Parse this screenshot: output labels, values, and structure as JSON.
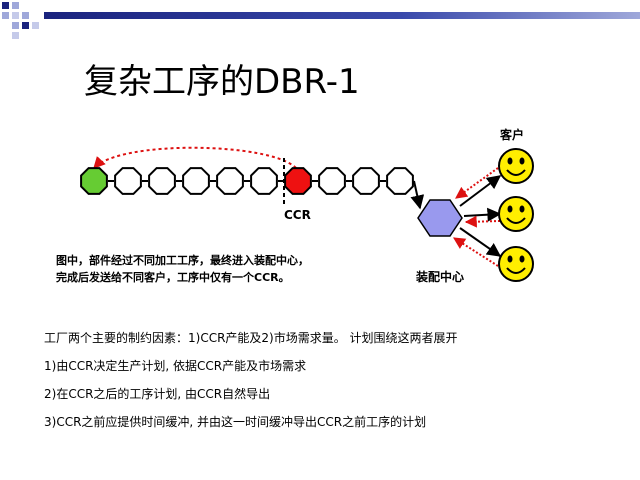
{
  "title": "复杂工序的DBR-1",
  "diagram": {
    "ccr_label": "CCR",
    "customer_label": "客户",
    "assembly_label": "装配中心",
    "caption_lines": [
      "图中，部件经过不同加工工序，最终进入装配中心，",
      "完成后发送给不同客户，工序中仅有一个CCR。"
    ]
  },
  "body_lines": [
    "工厂两个主要的制约因素：1)CCR产能及2)市场需求量。 计划围绕这两者展开",
    "1)由CCR决定生产计划, 依据CCR产能及市场需求",
    "2)在CCR之后的工序计划, 由CCR自然导出",
    "3)CCR之前应提供时间缓冲, 并由这一时间缓冲导出CCR之前工序的计划"
  ],
  "colors": {
    "start_node": "#66cc33",
    "ccr_node": "#ee1111",
    "assembly_node": "#9999ee",
    "smiley": "#ffee00",
    "buffer_line": "#dd1111",
    "deco_navy": "#1a237e"
  }
}
